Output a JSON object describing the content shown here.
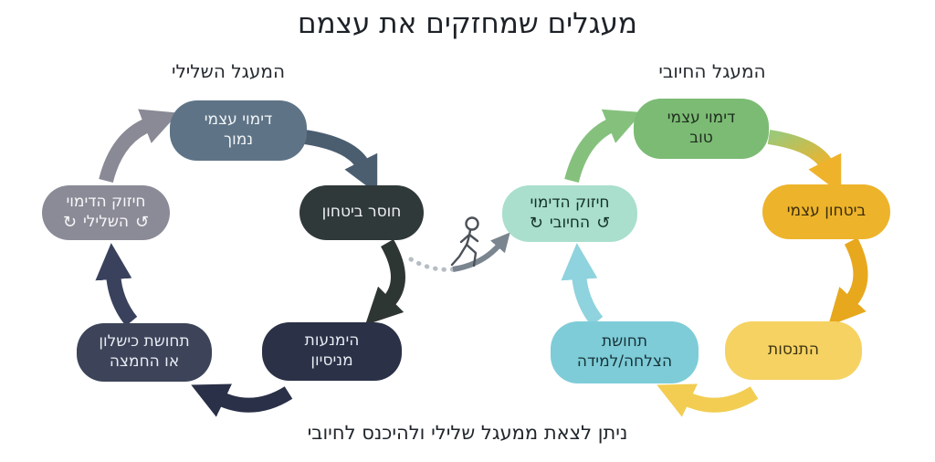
{
  "title": {
    "text": "מעגלים שמחזקים את עצמם",
    "color": "#1d2228"
  },
  "caption": {
    "text": "ניתן לצאת ממעגל שלילי ולהיכנס לחיובי",
    "color": "#20262c"
  },
  "icons": {
    "cycle_cw": "↻",
    "cycle_ccw": "↺"
  },
  "transition": {
    "arrow_color": "#7b858f",
    "tail_color": "#b6bdc4",
    "figure_color": "#4b5158"
  },
  "negative_cycle": {
    "label": "המעגל השלילי",
    "nodes": [
      {
        "id": "low-self-image",
        "label": "דימוי עצמי נמוך",
        "lines": [
          "דימוי עצמי",
          "נמוך"
        ],
        "color": "#5e7386",
        "text_color": "#f2f5f7"
      },
      {
        "id": "lack-of-confidence",
        "label": "חוסר ביטחון",
        "lines": [
          "חוסר ביטחון"
        ],
        "color": "#30393a",
        "text_color": "#eef1f2"
      },
      {
        "id": "avoidance-of-trying",
        "label": "הימנעות מניסיון",
        "lines": [
          "הימנעות",
          "מניסיון"
        ],
        "color": "#2b3147",
        "text_color": "#e9ecf3"
      },
      {
        "id": "sense-of-failure-or-missed-opportunity",
        "label": "תחושת כישלון או החמצה",
        "lines": [
          "תחושת כישלון",
          "או החמצה"
        ],
        "color": "#3d4459",
        "text_color": "#e9ecf3"
      },
      {
        "id": "reinforce-negative-self-image",
        "label": "חיזוק הדימוי השלילי",
        "lines": [
          "חיזוק הדימוי",
          "השלילי"
        ],
        "color": "#8b8b97",
        "text_color": "#f7f7fa"
      }
    ],
    "arrows": [
      {
        "from": "low-self-image",
        "to": "lack-of-confidence",
        "color": "#4b5e70"
      },
      {
        "from": "lack-of-confidence",
        "to": "avoidance-of-trying",
        "color": "#2e3634"
      },
      {
        "from": "avoidance-of-trying",
        "to": "sense-of-failure-or-missed-opportunity",
        "color": "#2a3047"
      },
      {
        "from": "sense-of-failure-or-missed-opportunity",
        "to": "reinforce-negative-self-image",
        "color": "#39415c"
      },
      {
        "from": "reinforce-negative-self-image",
        "to": "low-self-image",
        "color": "#8a8a96"
      }
    ]
  },
  "positive_cycle": {
    "label": "המעגל החיובי",
    "nodes": [
      {
        "id": "good-self-image",
        "label": "דימוי עצמי טוב",
        "lines": [
          "דימוי עצמי",
          "טוב"
        ],
        "color": "#7cbb74",
        "text_color": "#1e2d1e"
      },
      {
        "id": "self-confidence",
        "label": "ביטחון עצמי",
        "lines": [
          "ביטחון עצמי"
        ],
        "color": "#edb32a",
        "text_color": "#3b2d0d"
      },
      {
        "id": "experimentation",
        "label": "התנסות",
        "lines": [
          "התנסות"
        ],
        "color": "#f5d262",
        "text_color": "#3b3312"
      },
      {
        "id": "sense-of-success-learning",
        "label": "תחושת הצלחה/למידה",
        "lines": [
          "תחושת",
          "הצלחה/למידה"
        ],
        "color": "#7eccd8",
        "text_color": "#173237"
      },
      {
        "id": "reinforce-positive-self-image",
        "label": "חיזוק הדימוי החיובי",
        "lines": [
          "חיזוק הדימוי",
          "החיובי"
        ],
        "color": "#a9dfcc",
        "text_color": "#143129"
      }
    ],
    "arrows": [
      {
        "from": "good-self-image",
        "to": "self-confidence",
        "color_start": "#9cc878",
        "color_end": "#efb32b"
      },
      {
        "from": "self-confidence",
        "to": "experimentation",
        "color": "#e7a81e"
      },
      {
        "from": "experimentation",
        "to": "sense-of-success-learning",
        "color": "#f2cd52"
      },
      {
        "from": "sense-of-success-learning",
        "to": "reinforce-positive-self-image",
        "color": "#8ed3de"
      },
      {
        "from": "reinforce-positive-self-image",
        "to": "good-self-image",
        "color": "#85c17d"
      }
    ]
  }
}
